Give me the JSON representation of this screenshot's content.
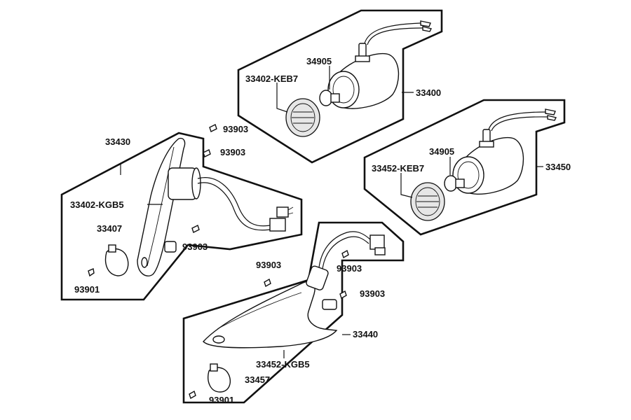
{
  "labels": {
    "l33400": "33400",
    "l34905a": "34905",
    "l33402keb7": "33402-KEB7",
    "l33450": "33450",
    "l34905b": "34905",
    "l33452keb7": "33452-KEB7",
    "l33430": "33430",
    "l93903a": "93903",
    "l93903b": "93903",
    "l33402kgb5": "33402-KGB5",
    "l33407": "33407",
    "l93903c": "93903",
    "l93901a": "93901",
    "l93903d": "93903",
    "l93903e": "93903",
    "l93903f": "93903",
    "l33440": "33440",
    "l33452kgb5": "33452-KGB5",
    "l33457": "33457",
    "l93901b": "93901"
  }
}
